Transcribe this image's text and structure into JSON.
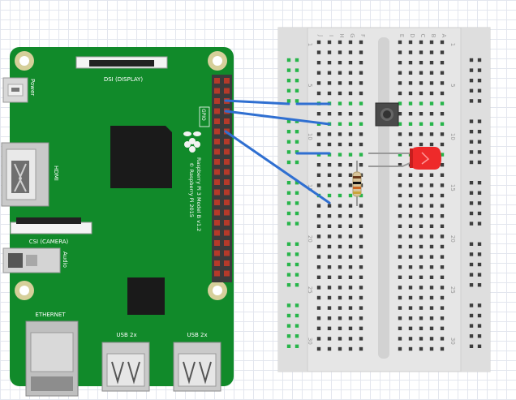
{
  "board": {
    "name": "Raspberry Pi 3 Model B v1.2",
    "copyright": "© Raspberry Pi 2015",
    "gpio_label": "GPIO",
    "power_label": "Power",
    "hdmi_label": "HDMI",
    "dsi_label": "DSI (DISPLAY)",
    "csi_label": "CSI (CAMERA)",
    "audio_label": "Audio",
    "ethernet_label": "ETHERNET",
    "usb_label_1": "USB 2x",
    "usb_label_2": "USB 2x"
  },
  "breadboard": {
    "column_letters": [
      "J",
      "I",
      "H",
      "G",
      "F",
      "E",
      "D",
      "C",
      "B",
      "A"
    ],
    "row_numbers": [
      "1",
      "5",
      "10",
      "15",
      "20",
      "25",
      "30"
    ]
  },
  "components": [
    "push-button",
    "red-led",
    "resistor"
  ],
  "colors": {
    "board_green": "#118a2a",
    "wire_blue": "#2f6fd1",
    "led_red": "#ee2a2a",
    "hole_green": "#27b54a",
    "header_red": "#b53a2a"
  }
}
